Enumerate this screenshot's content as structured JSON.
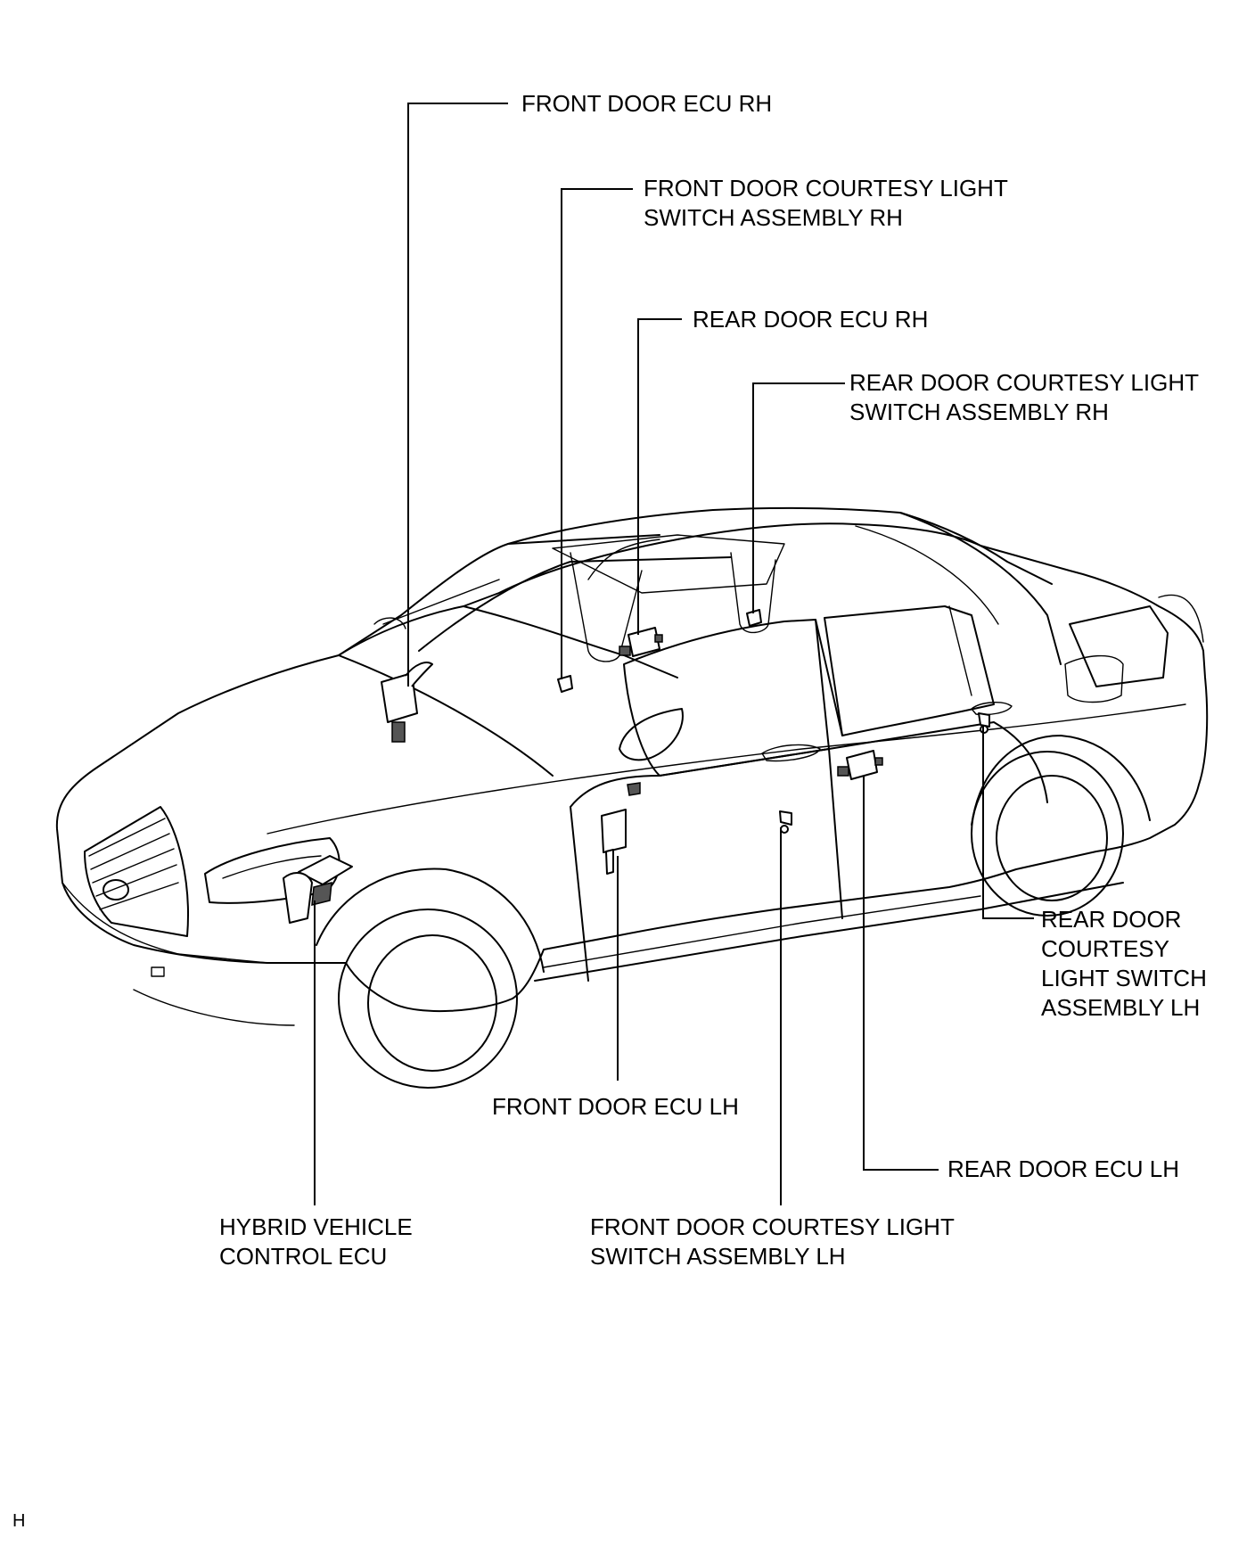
{
  "labels": {
    "front_door_ecu_rh": "FRONT DOOR ECU RH",
    "front_door_courtesy_rh": [
      "FRONT DOOR COURTESY LIGHT",
      "SWITCH ASSEMBLY RH"
    ],
    "rear_door_ecu_rh": "REAR DOOR ECU RH",
    "rear_door_courtesy_rh": [
      "REAR DOOR COURTESY LIGHT",
      "SWITCH ASSEMBLY RH"
    ],
    "rear_door_courtesy_lh": [
      "REAR DOOR",
      "COURTESY",
      "LIGHT SWITCH",
      "ASSEMBLY LH"
    ],
    "front_door_ecu_lh": "FRONT DOOR ECU LH",
    "rear_door_ecu_lh": "REAR DOOR ECU LH",
    "hybrid_vehicle_control_ecu": [
      "HYBRID VEHICLE",
      "CONTROL ECU"
    ],
    "front_door_courtesy_lh": [
      "FRONT DOOR COURTESY LIGHT",
      "SWITCH ASSEMBLY LH"
    ]
  },
  "figure_code": "H"
}
